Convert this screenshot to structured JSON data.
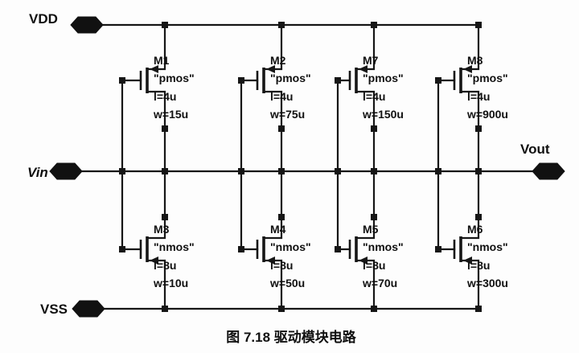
{
  "ports": {
    "vdd": "VDD",
    "vss": "VSS",
    "vin": "Vin",
    "vout": "Vout"
  },
  "transistors": [
    {
      "name": "M1",
      "model": "\"pmos\"",
      "length": "l=4u",
      "width": "w=15u"
    },
    {
      "name": "M2",
      "model": "\"pmos\"",
      "length": "l=4u",
      "width": "w=75u"
    },
    {
      "name": "M7",
      "model": "\"pmos\"",
      "length": "l=4u",
      "width": "w=150u"
    },
    {
      "name": "M8",
      "model": "\"pmos\"",
      "length": "l=4u",
      "width": "w=900u"
    },
    {
      "name": "M3",
      "model": "\"nmos\"",
      "length": "l=8u",
      "width": "w=10u"
    },
    {
      "name": "M4",
      "model": "\"nmos\"",
      "length": "l=8u",
      "width": "w=50u"
    },
    {
      "name": "M5",
      "model": "\"nmos\"",
      "length": "l=8u",
      "width": "w=70u"
    },
    {
      "name": "M6",
      "model": "\"nmos\"",
      "length": "l=8u",
      "width": "w=300u"
    }
  ],
  "caption": "图 7.18    驱动模块电路",
  "colors": {
    "ink": "#161616",
    "background": "#fdfdfd"
  }
}
